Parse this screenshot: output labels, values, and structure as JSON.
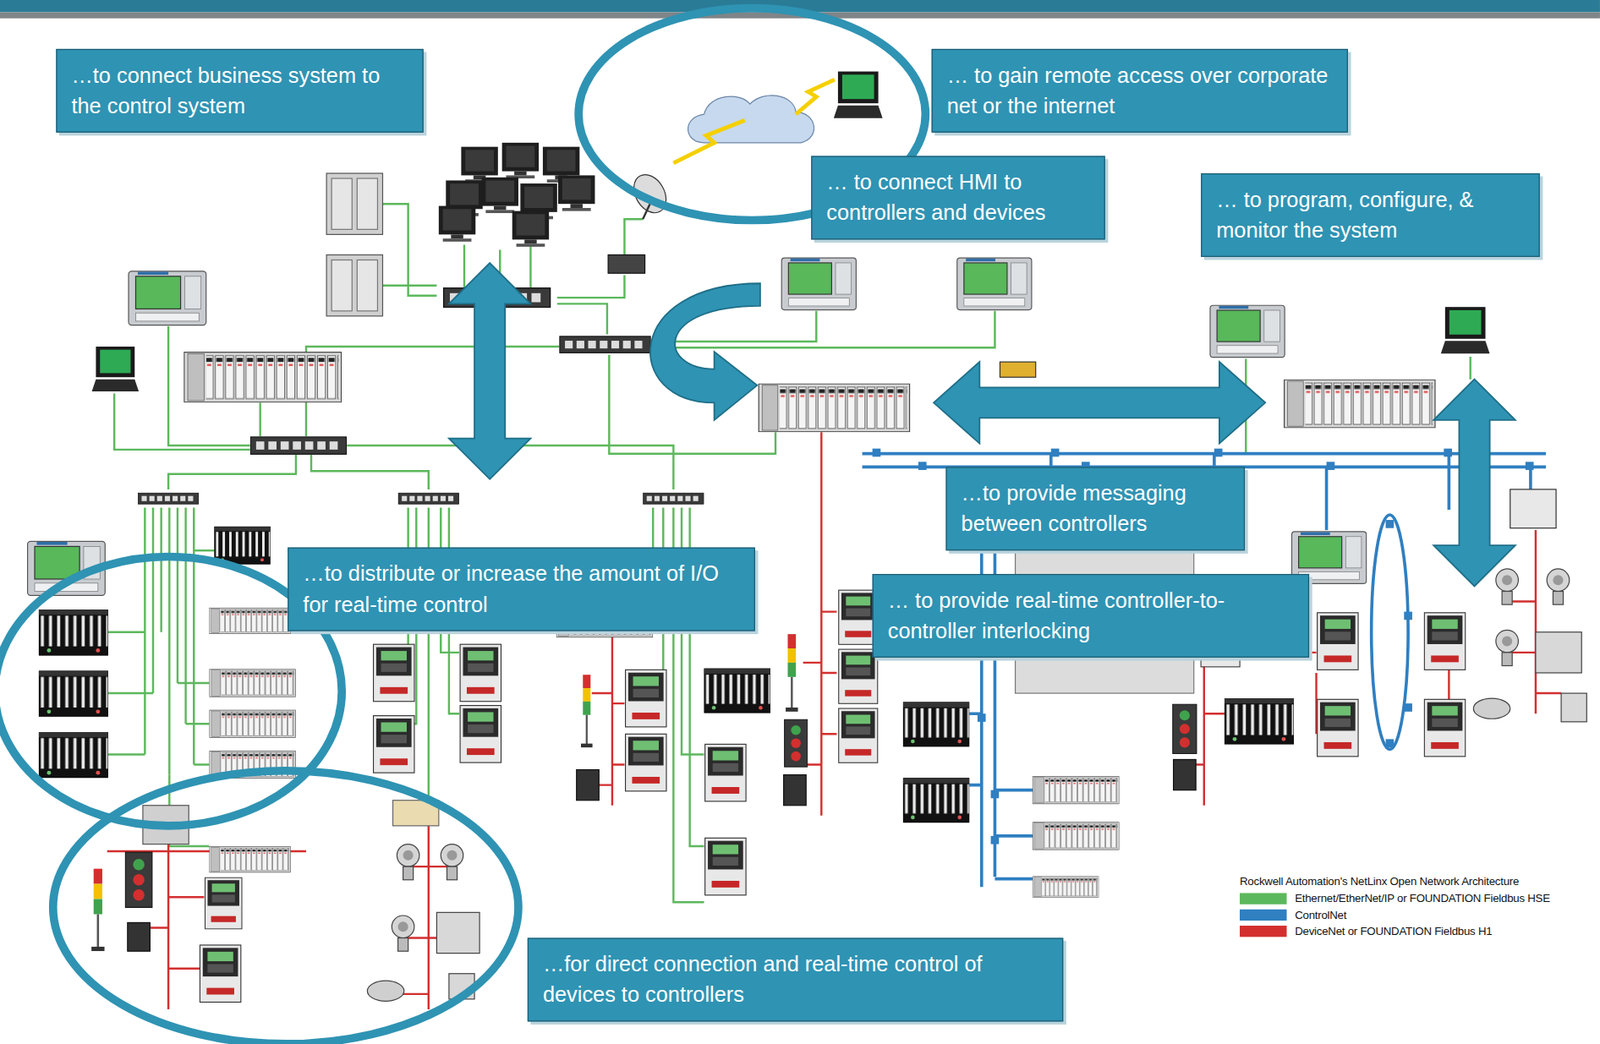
{
  "diagram": {
    "nodes": [
      {
        "text": [
          "…to connect business system to the control system"
        ]
      },
      {
        "text": [
          "… to gain remote access over corporate net or the internet"
        ]
      },
      {
        "text": [
          "… to connect HMI to controllers and devices"
        ]
      },
      {
        "text": [
          "… to program, configure, & monitor the system"
        ]
      },
      {
        "text": [
          "…to provide messaging between controllers"
        ]
      },
      {
        "text": [
          "…to distribute or increase the amount of I/O for real-time control"
        ]
      },
      {
        "text": [
          "… to provide real-time controller-to-controller interlocking"
        ]
      },
      {
        "text": [
          "…for direct connection and real-time control of devices to controllers"
        ]
      }
    ],
    "labels": [
      "Rockwell Automation's NetLinx Open Network Architecture"
    ],
    "legend": [
      {
        "text": "Ethernet/EtherNet/IP or FOUNDATION Fieldbus HSE",
        "color": "#5cb85c"
      },
      {
        "text": "ControlNet",
        "color": "#2f7fc1"
      },
      {
        "text": "DeviceNet or FOUNDATION Fieldbus H1",
        "color": "#d32f2f"
      }
    ]
  }
}
